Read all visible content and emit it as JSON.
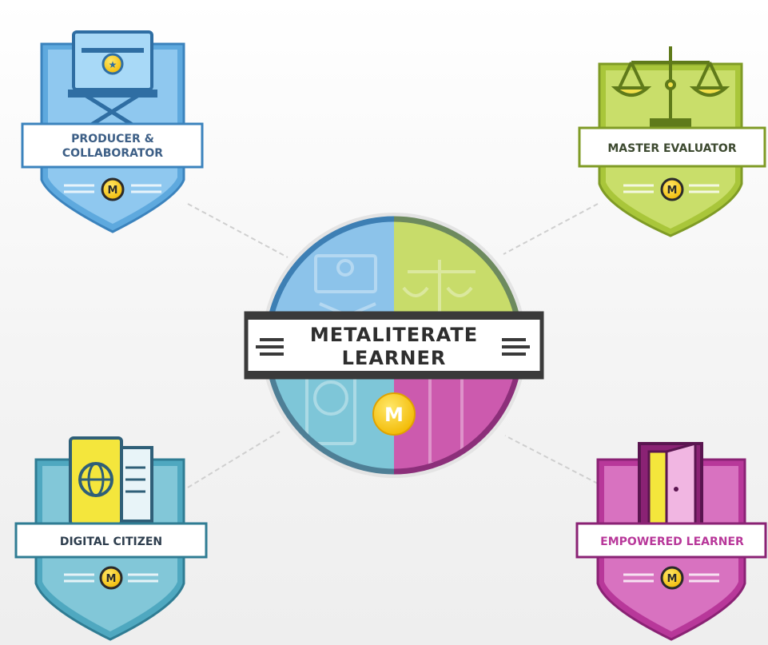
{
  "center_badge": {
    "line1": "METALITERATE",
    "line2": "LEARNER",
    "seal": "M"
  },
  "badges": {
    "producer": {
      "line1": "PRODUCER &",
      "line2": "COLLABORATOR",
      "seal": "M"
    },
    "evaluator": {
      "label": "MASTER EVALUATOR",
      "seal": "M"
    },
    "citizen": {
      "label": "DIGITAL CITIZEN",
      "seal": "M"
    },
    "learner": {
      "label": "EMPOWERED LEARNER",
      "seal": "M"
    }
  },
  "colors": {
    "producer": "#6fb7e6",
    "evaluator": "#b9d04a",
    "citizen": "#5fb4c9",
    "learner": "#c44aa4",
    "seal": "#f4c21c",
    "banner_text": "#3a4a66"
  }
}
